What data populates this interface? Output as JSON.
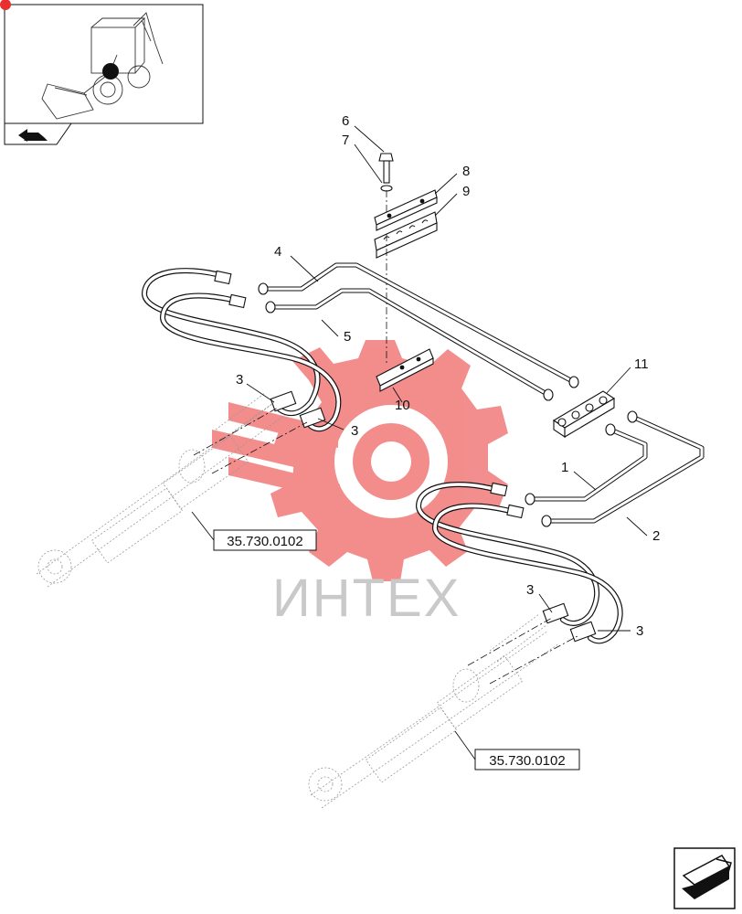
{
  "watermark": {
    "text": "ИНТЕХ",
    "logo_color": "#e8312f"
  },
  "callouts": {
    "c1": "1",
    "c2": "2",
    "c3a": "3",
    "c3b": "3",
    "c3c": "3",
    "c3d": "3",
    "c4": "4",
    "c5": "5",
    "c6": "6",
    "c7": "7",
    "c8": "8",
    "c9": "9",
    "c10": "10",
    "c11": "11"
  },
  "references": {
    "ref_top": "35.730.0102",
    "ref_bottom": "35.730.0102"
  },
  "icons": {
    "thumbnail": "backhoe-loader-thumbnail-icon",
    "orientation": "orientation-arrow-icon",
    "next_page": "next-page-arrow-icon"
  }
}
